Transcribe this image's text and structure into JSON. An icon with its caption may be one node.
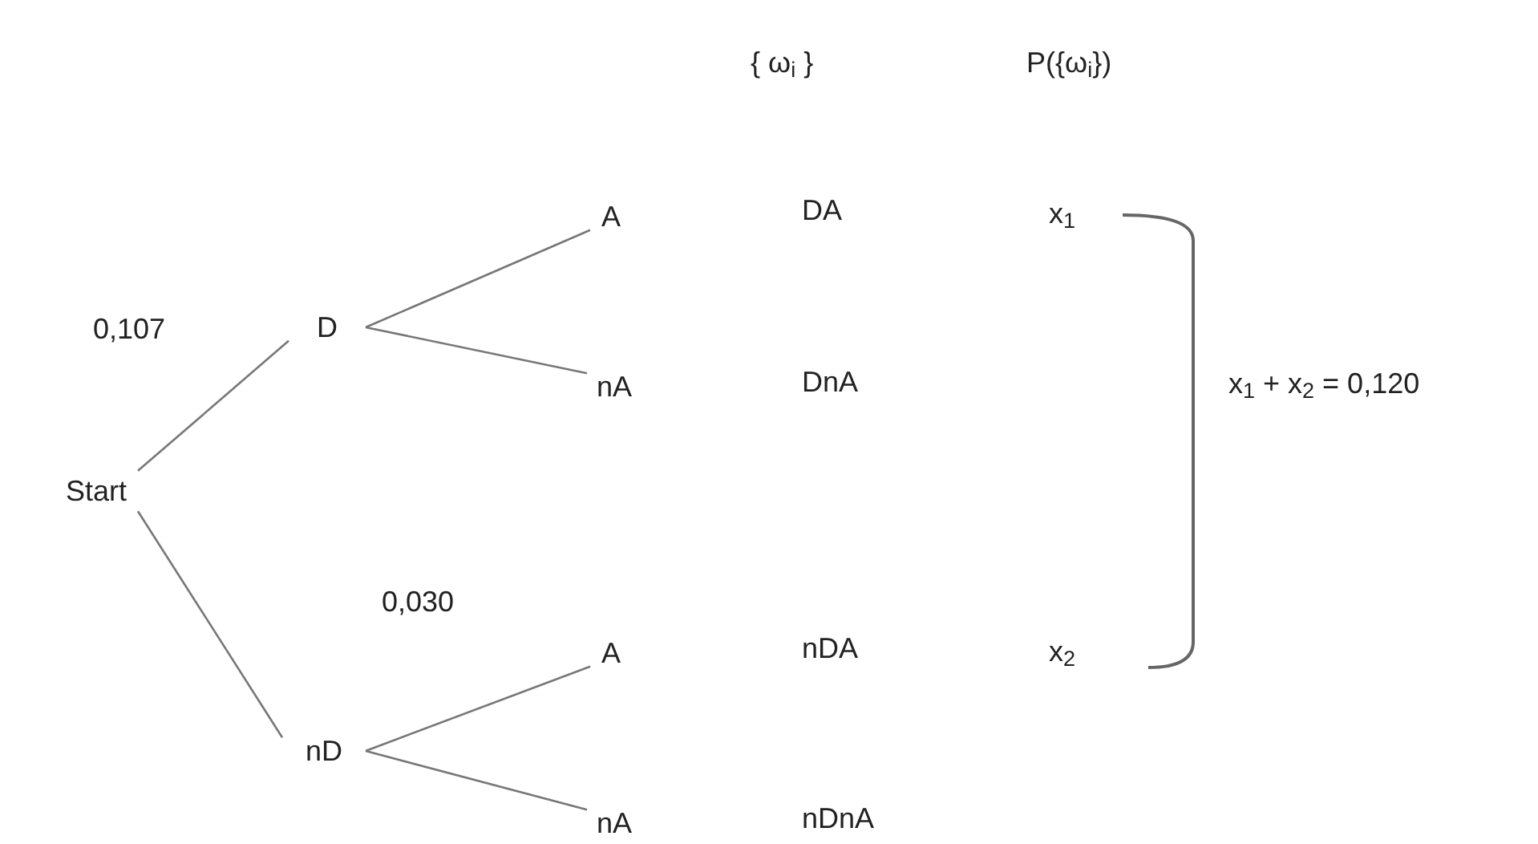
{
  "diagram": {
    "nodes": [
      {
        "text": [
          "Start"
        ]
      },
      {
        "text": [
          "D"
        ]
      },
      {
        "text": [
          "nD"
        ]
      },
      {
        "text": [
          "A"
        ]
      },
      {
        "text": [
          "nA"
        ]
      },
      {
        "text": [
          "A"
        ]
      },
      {
        "text": [
          "nA"
        ]
      }
    ],
    "edges": [
      {
        "from": 0,
        "to": 1,
        "arrow": "none",
        "label": "0,107"
      },
      {
        "from": 0,
        "to": 2,
        "arrow": "none"
      },
      {
        "from": 1,
        "to": 3,
        "arrow": "none"
      },
      {
        "from": 1,
        "to": 4,
        "arrow": "none"
      },
      {
        "from": 2,
        "to": 5,
        "arrow": "none",
        "label": "0,030"
      },
      {
        "from": 2,
        "to": 6,
        "arrow": "none"
      }
    ],
    "labels": [
      "{ ω$_{i}$ }",
      "P({ω$_{i}$})",
      "DA",
      "x$_{1}$",
      "DnA",
      "x$_{1}$ + x$_{2}$ = 0,120",
      "nDA",
      "x$_{2}$",
      "nDnA"
    ]
  }
}
